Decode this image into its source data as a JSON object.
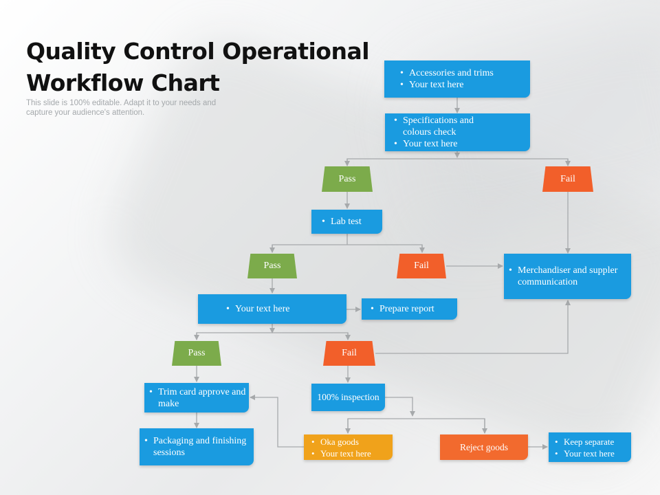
{
  "header": {
    "title": "Quality Control Operational Workflow Chart",
    "subtitle": "This slide is 100% editable. Adapt it to your needs and capture your audience's attention."
  },
  "colors": {
    "blue": "#1a9be0",
    "green": "#7cab4b",
    "red": "#f25f2a",
    "yellow": "#f0a21b",
    "connector": "#a6a9ab"
  },
  "nodes": {
    "accessories": {
      "items": [
        "Accessories and trims",
        "Your text here"
      ]
    },
    "specifications": {
      "items": [
        "Specifications and colours check",
        "Your text here"
      ]
    },
    "pass1": {
      "label": "Pass"
    },
    "fail1": {
      "label": "Fail"
    },
    "lab_test": {
      "items": [
        "Lab test"
      ]
    },
    "pass2": {
      "label": "Pass"
    },
    "fail2": {
      "label": "Fail"
    },
    "merchandiser": {
      "items": [
        "Merchandiser and suppler communication"
      ]
    },
    "your_text": {
      "items": [
        "Your text here"
      ]
    },
    "prepare_report": {
      "items": [
        "Prepare report"
      ]
    },
    "pass3": {
      "label": "Pass"
    },
    "fail3": {
      "label": "Fail"
    },
    "trim_card": {
      "items": [
        "Trim card approve and make"
      ]
    },
    "inspection": {
      "label": "100% inspection"
    },
    "packaging": {
      "items": [
        "Packaging and finishing sessions"
      ]
    },
    "oka_goods": {
      "items": [
        "Oka goods",
        "Your text here"
      ]
    },
    "reject_goods": {
      "label": "Reject goods"
    },
    "keep_separate": {
      "items": [
        "Keep separate",
        "Your text here"
      ]
    }
  }
}
